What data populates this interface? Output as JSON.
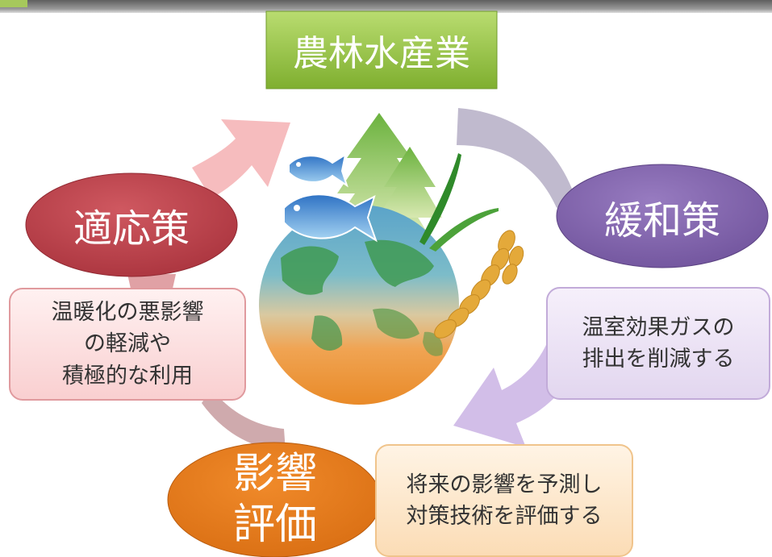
{
  "title": "農林水産業",
  "adaptation": {
    "label": "適応策",
    "description": [
      "温暖化の悪影響",
      "の軽減や",
      "積極的な利用"
    ]
  },
  "mitigation": {
    "label": "緩和策",
    "description": [
      "温室効果ガスの",
      "排出を削減する"
    ]
  },
  "impact_assessment": {
    "label": [
      "影響",
      "評価"
    ],
    "description": [
      "将来の影響を予測し",
      "対策技術を評価する"
    ]
  },
  "colors": {
    "title_box": "#8fbf3f",
    "adaptation": "#b13c45",
    "mitigation": "#7b5ea7",
    "impact": "#e17a1c",
    "adaptation_box": "#fde3e3",
    "mitigation_box": "#eee6f5",
    "impact_box": "#fde9cf"
  }
}
